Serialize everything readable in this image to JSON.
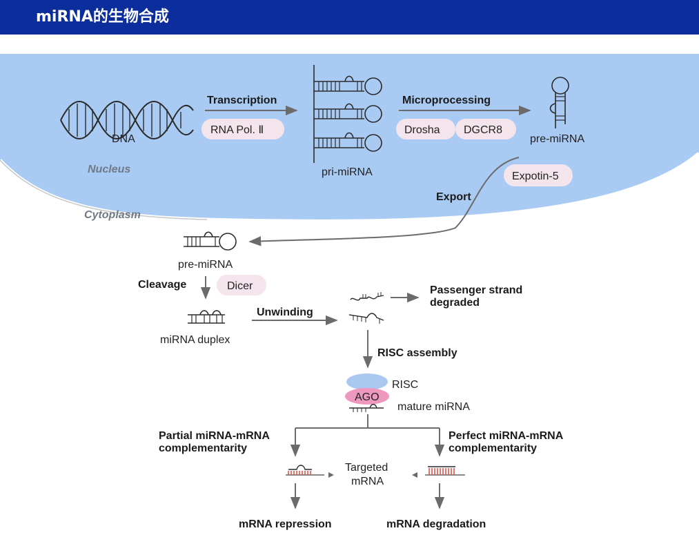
{
  "header": {
    "title": "miRNA的生物合成"
  },
  "labels": {
    "dna": "DNA",
    "nucleus": "Nucleus",
    "cytoplasm": "Cytoplasm",
    "transcription": "Transcription",
    "rna_pol": "RNA Pol. Ⅱ",
    "pri_mirna": "pri-miRNA",
    "microprocessing": "Microprocessing",
    "drosha": "Drosha",
    "dgcr8": "DGCR8",
    "pre_mirna_nucleus": "pre-miRNA",
    "expotin": "Expotin-5",
    "export": "Export",
    "pre_mirna_cyto": "pre-miRNA",
    "cleavage": "Cleavage",
    "dicer": "Dicer",
    "mirna_duplex": "miRNA duplex",
    "unwinding": "Unwinding",
    "passenger_line1": "Passenger strand",
    "passenger_line2": "degraded",
    "risc_assembly": "RISC assembly",
    "risc": "RISC",
    "ago": "AGO",
    "mature_mirna": "mature miRNA",
    "partial_line1": "Partial miRNA-mRNA",
    "partial_line2": "complementarity",
    "perfect_line1": "Perfect miRNA-mRNA",
    "perfect_line2": "complementarity",
    "targeted_line1": "Targeted",
    "targeted_line2": "mRNA",
    "repression": "mRNA repression",
    "degradation": "mRNA degradation"
  },
  "colors": {
    "header_bg": "#0b2e9c",
    "nucleus_fill": "#a9cbf3",
    "pill": "#f4e4ec",
    "ago": "#ee98bf",
    "risc": "#aac8f0",
    "arrow": "#6b6b6b",
    "mrna_red": "#e0554a"
  }
}
